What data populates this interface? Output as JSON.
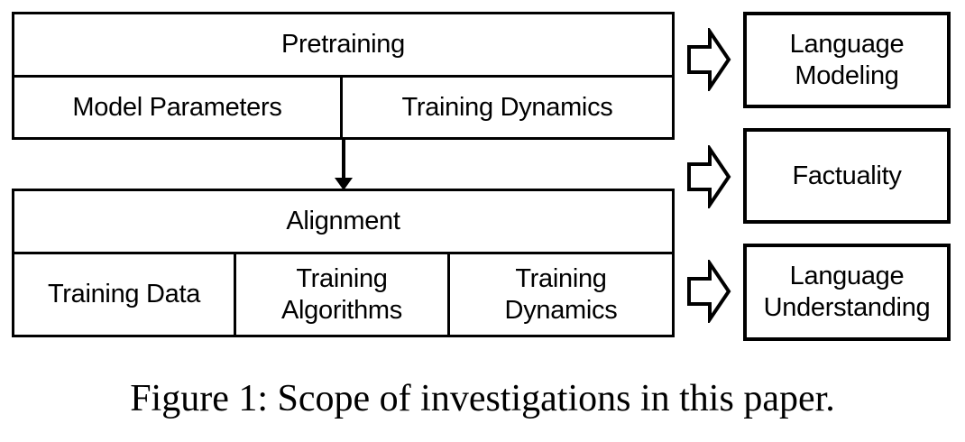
{
  "figure": {
    "blocks": {
      "pretraining": {
        "title": "Pretraining",
        "cells": [
          "Model Parameters",
          "Training Dynamics"
        ]
      },
      "alignment": {
        "title": "Alignment",
        "cells": [
          "Training Data",
          "Training Algorithms",
          "Training Dynamics"
        ]
      }
    },
    "outputs": [
      "Language Modeling",
      "Factuality",
      "Language Understanding"
    ],
    "caption": "Figure 1: Scope of investigations in this paper.",
    "colors": {
      "line": "#000000",
      "background": "#ffffff",
      "text": "#000000"
    }
  }
}
